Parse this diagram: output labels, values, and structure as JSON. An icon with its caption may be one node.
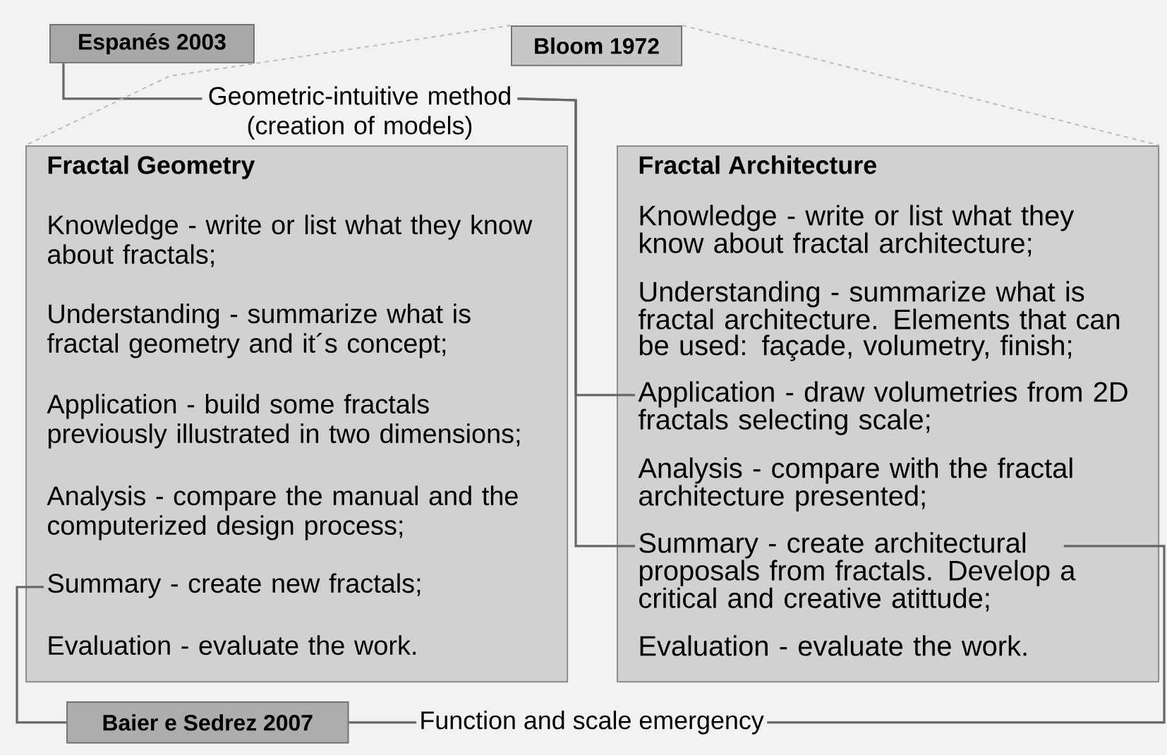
{
  "diagram": {
    "nodes": [
      {
        "text": [
          "Espanés 2003"
        ]
      },
      {
        "text": [
          "Bloom 1972"
        ]
      },
      {
        "text": [
          "Geometric-intuitive method (creation of models)"
        ]
      },
      {
        "text": [
          "Fractal Geometry"
        ]
      },
      {
        "text": [
          "Knowledge - write or list what they know about fractals;"
        ],
        "in": 3
      },
      {
        "text": [
          "Understanding - summarize what is fractal geometry and it´s concept;"
        ],
        "in": 3
      },
      {
        "text": [
          "Application - build some fractals previously illustrated in two dimensions;"
        ],
        "in": 3
      },
      {
        "text": [
          "Analysis - compare the manual and the computerized design process;"
        ],
        "in": 3
      },
      {
        "text": [
          "Summary - create new fractals;"
        ],
        "in": 3
      },
      {
        "text": [
          "Evaluation - evaluate the work."
        ],
        "in": 3
      },
      {
        "text": [
          "Fractal Architecture"
        ]
      },
      {
        "text": [
          "Knowledge - write or list what they know about fractal architecture;"
        ],
        "in": 10
      },
      {
        "text": [
          "Understanding - summarize what is fractal architecture. Elements that can be used: façade, volumetry, finish;"
        ],
        "in": 10
      },
      {
        "text": [
          "Application - draw volumetries from 2D fractals selecting scale;"
        ],
        "in": 10
      },
      {
        "text": [
          "Analysis - compare with the fractal architecture presented;"
        ],
        "in": 10
      },
      {
        "text": [
          "Summary - create architectural proposals from fractals. Develop a critical and creative atittude;"
        ],
        "in": 10
      },
      {
        "text": [
          "Evaluation - evaluate the work."
        ],
        "in": 10
      },
      {
        "text": [
          "Baier e Sedrez 2007"
        ]
      },
      {
        "text": [
          "Function and scale emergency"
        ]
      }
    ],
    "edges": [
      {
        "from": 0,
        "to": 2,
        "arrow": "none"
      },
      {
        "from": 2,
        "to": 13,
        "arrow": "none"
      },
      {
        "from": 2,
        "to": 15,
        "arrow": "none"
      },
      {
        "from": 1,
        "to": 3,
        "arrow": "none",
        "style": "dashed",
        "color": "#bbbbbb"
      },
      {
        "from": 1,
        "to": 10,
        "arrow": "none",
        "style": "dashed",
        "color": "#bbbbbb"
      },
      {
        "from": 8,
        "to": 17,
        "arrow": "none"
      },
      {
        "from": 17,
        "to": 18,
        "arrow": "none"
      },
      {
        "from": 18,
        "to": 15,
        "arrow": "none"
      }
    ]
  }
}
